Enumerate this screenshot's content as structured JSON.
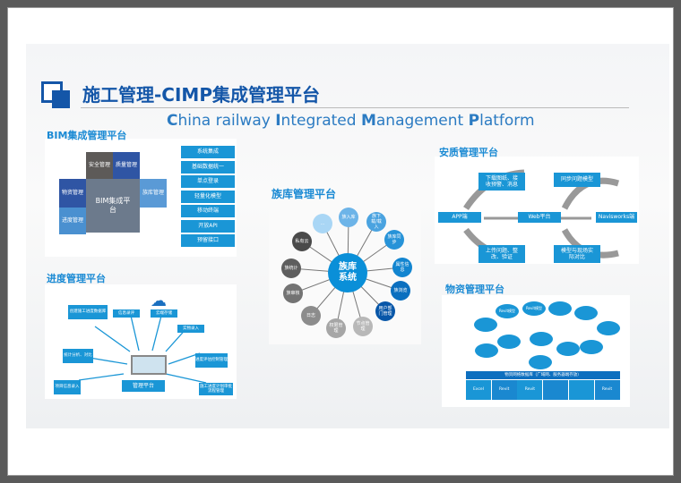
{
  "title": "施工管理-CIMP集成管理平台",
  "subtitle": {
    "c": "C",
    "p1": "hina railway ",
    "i": "I",
    "p2": "ntegrated ",
    "m": "M",
    "p3": "anagement ",
    "pl": "P",
    "p4": "latform"
  },
  "colors": {
    "accent": "#1a96d6",
    "title": "#1456a8",
    "dark_blue": "#2f55a4",
    "gray": "#6c7a8c"
  },
  "bim": {
    "title": "BIM集成管理平台",
    "center": "BIM集成平台",
    "pieces": [
      "安全管理",
      "质量管理",
      "物资管理",
      "族库管理",
      "进度管理"
    ],
    "features": [
      "系统集成",
      "基础数据统一",
      "单点登录",
      "轻量化模型",
      "移动终端",
      "开放API",
      "预留接口"
    ]
  },
  "family": {
    "title": "族库管理平台",
    "center": "族库系统",
    "nodes": [
      {
        "label": "族入库",
        "color": "#6db4e8"
      },
      {
        "label": "族下载/载入",
        "color": "#4aa3e0"
      },
      {
        "label": "族库同步",
        "color": "#2793d8"
      },
      {
        "label": "属性信息",
        "color": "#1285d0"
      },
      {
        "label": "族浏览",
        "color": "#0a6fbf"
      },
      {
        "label": "用户部门管理",
        "color": "#0756a8"
      },
      {
        "label": "节点管理",
        "color": "#b8b8b8"
      },
      {
        "label": "权限管理",
        "color": "#a6a6a6"
      },
      {
        "label": "日志",
        "color": "#8c8c8c"
      },
      {
        "label": "族审核",
        "color": "#737373"
      },
      {
        "label": "族统计",
        "color": "#5e5e5e"
      },
      {
        "label": "私有云",
        "color": "#4a4a4a"
      },
      {
        "label": "…",
        "color": "#a9d6f5"
      }
    ]
  },
  "safety": {
    "title": "安质管理平台",
    "app": "APP端",
    "web": "Web平台",
    "nav": "Navisworks端",
    "top_left": "下载图纸、接收预警、消息",
    "bottom_left": "上传问题、整改、验证",
    "top_right": "同步问题模型",
    "bottom_right": "模型与现场实际对比"
  },
  "progress": {
    "title": "进度管理平台",
    "center": "管理平台",
    "items": [
      "创建施工进度数据库",
      "信息录评",
      "云端存储",
      "实物录入",
      "统计分析、对比",
      "进度评估控制管理",
      "施工进度计划审批流程管理",
      "项目信息录入"
    ]
  },
  "material": {
    "title": "物资管理平台",
    "db": "物资网络数据库（广域网、服务器端存放）",
    "columns": [
      "Excel",
      "Revit",
      "Revit",
      "",
      "",
      "Revit"
    ],
    "bubbles": [
      "Revit模型",
      "Revit模型",
      "",
      "",
      "",
      "",
      "",
      "",
      "",
      "",
      "",
      ""
    ]
  }
}
